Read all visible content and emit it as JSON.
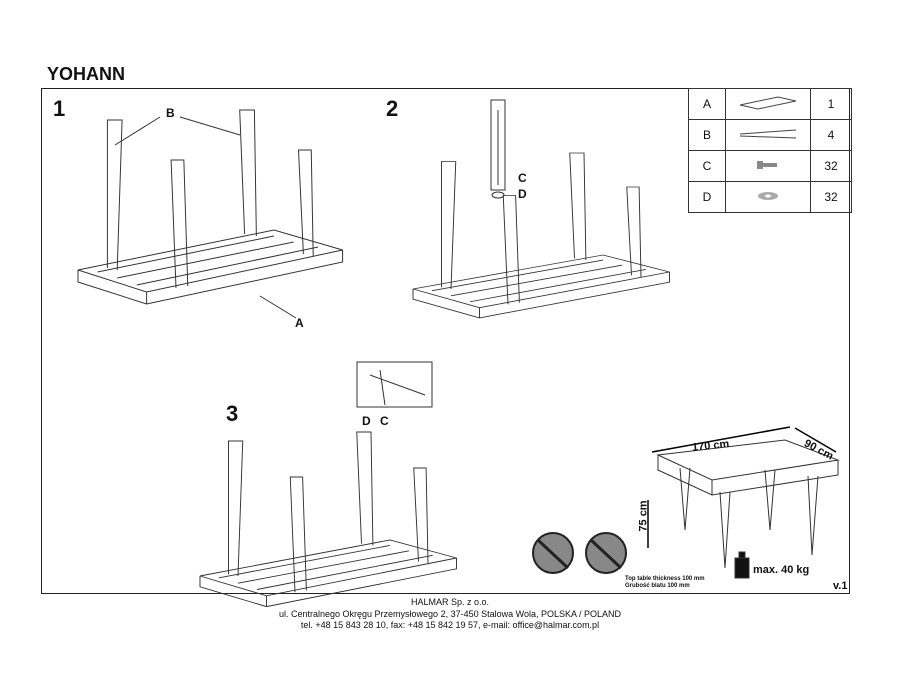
{
  "title": "YOHANN",
  "steps": [
    "1",
    "2",
    "3"
  ],
  "labels": {
    "b": "B",
    "a": "A",
    "c": "C",
    "d": "D",
    "dc_d": "D",
    "dc_c": "C"
  },
  "parts": [
    {
      "letter": "A",
      "icon": "tabletop-icon",
      "qty": "1"
    },
    {
      "letter": "B",
      "icon": "leg-icon",
      "qty": "4"
    },
    {
      "letter": "C",
      "icon": "screw-icon",
      "qty": "32"
    },
    {
      "letter": "D",
      "icon": "washer-icon",
      "qty": "32"
    }
  ],
  "dimensions": {
    "length": "170 cm",
    "width": "90 cm",
    "height": "75 cm"
  },
  "max_load": "max. 40 kg",
  "thickness_en": "Top table thickness 100 mm",
  "thickness_pl": "Grubość blatu 100 mm",
  "version": "v.1",
  "footer": {
    "company": "HALMAR Sp. z o.o.",
    "address": "ul. Centralnego Okręgu Przemysłowego 2, 37-450 Stalowa Wola, POLSKA / POLAND",
    "contact": "tel. +48 15 843 28 10, fax: +48 15 842 19 57, e-mail: office@halmar.com.pl"
  }
}
